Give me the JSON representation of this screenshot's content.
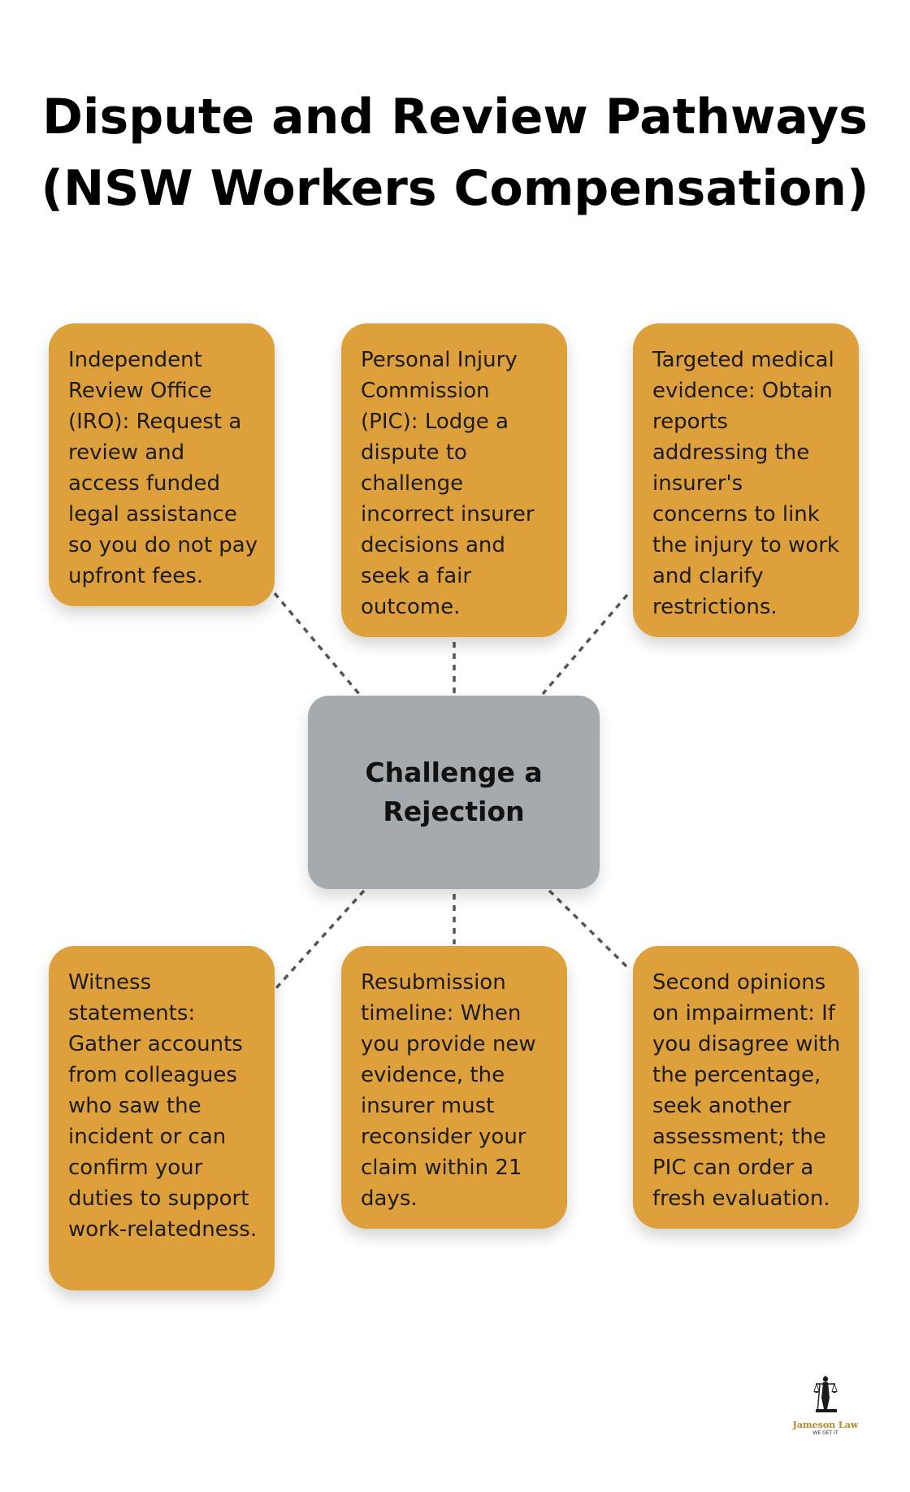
{
  "title": {
    "line1": "Dispute and Review Pathways",
    "line2": "(NSW Workers Compensation)"
  },
  "center": {
    "label": "Challenge a Rejection"
  },
  "nodes": [
    {
      "text": "Independent Review Office (IRO): Request a review and access funded legal assistance so you do not pay upfront fees."
    },
    {
      "text": "Personal Injury Commission (PIC): Lodge a dispute to challenge incorrect insurer decisions and seek a fair outcome."
    },
    {
      "text": "Targeted medical evidence: Obtain reports addressing the insurer's concerns to link the injury to work and clarify restrictions."
    },
    {
      "text": "Witness statements: Gather accounts from colleagues who saw the incident or can confirm your duties to support work-relatedness."
    },
    {
      "text": "Resubmission timeline: When you provide new evidence, the insurer must reconsider your claim within 21 days."
    },
    {
      "text": "Second opinions on impairment: If you disagree with the percentage, seek another assessment; the PIC can order a fresh evaluation."
    }
  ],
  "logo": {
    "name": "Jameson Law",
    "tagline": "WE GET IT"
  },
  "colors": {
    "node_fill": "#dea03a",
    "center_fill": "#a4aaad",
    "connector": "#555555"
  }
}
